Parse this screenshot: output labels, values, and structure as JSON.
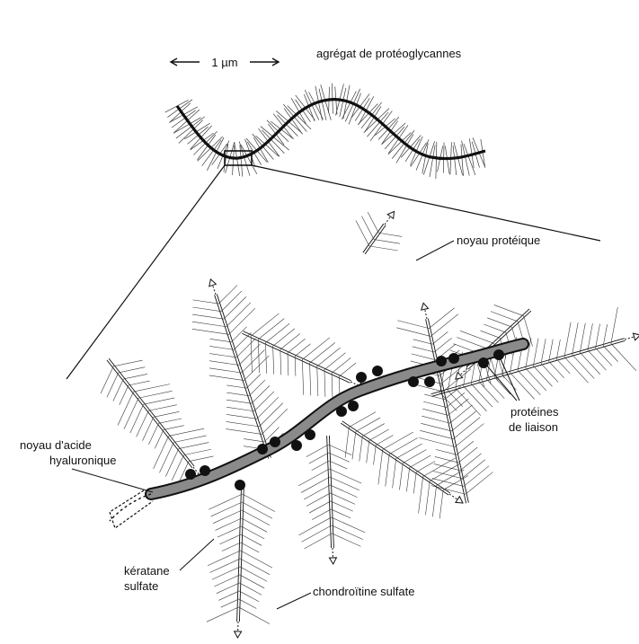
{
  "scale_bar": "1 µm",
  "labels": {
    "aggregate": "agrégat de protéoglycannes",
    "core_protein": "noyau protéique",
    "link_proteins_line1": "protéines",
    "link_proteins_line2": "de liaison",
    "hyaluronic_line1": "noyau d'acide",
    "hyaluronic_line2": "hyaluronique",
    "keratan_line1": "kératane",
    "keratan_line2": "sulfate",
    "chondroitin": "chondroïtine sulfate"
  },
  "colors": {
    "ink": "#111111",
    "hyaluronic_fill": "#8a8a8a",
    "bristle": "#3a3a3a"
  }
}
